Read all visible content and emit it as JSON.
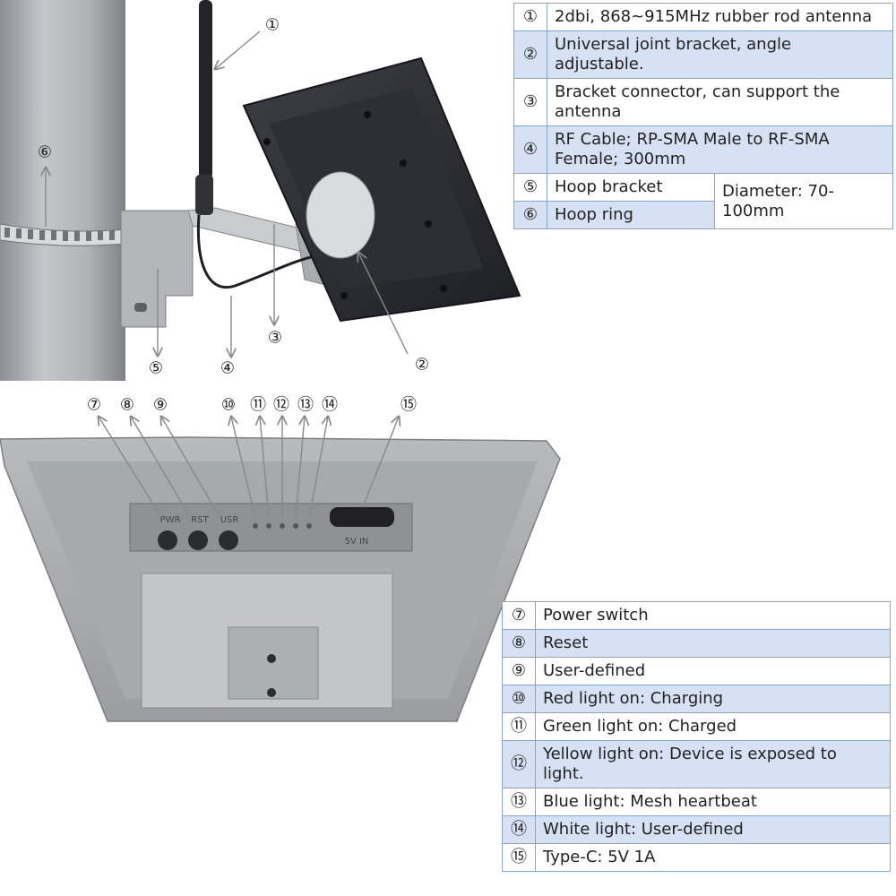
{
  "legend_top": [
    {
      "num": "①",
      "text": "2dbi, 868~915MHz rubber rod antenna"
    },
    {
      "num": "②",
      "text": "Universal joint bracket, angle adjustable."
    },
    {
      "num": "③",
      "text": "Bracket connector, can support the antenna"
    },
    {
      "num": "④",
      "text": "RF Cable; RP-SMA Male to RF-SMA Female; 300mm"
    },
    {
      "num": "⑤",
      "text": "Hoop bracket"
    },
    {
      "num": "⑥",
      "text": "Hoop ring"
    }
  ],
  "hoop_note": "Diameter: 70-100mm",
  "legend_bottom": [
    {
      "num": "⑦",
      "text": "Power switch"
    },
    {
      "num": "⑧",
      "text": "Reset"
    },
    {
      "num": "⑨",
      "text": "User-defined"
    },
    {
      "num": "⑩",
      "text": "Red light on: Charging"
    },
    {
      "num": "⑪",
      "text": "Green light on: Charged"
    },
    {
      "num": "⑫",
      "text": "Yellow light on: Device is exposed to light."
    },
    {
      "num": "⑬",
      "text": "Blue light: Mesh heartbeat"
    },
    {
      "num": "⑭",
      "text": "White light: User-defined"
    },
    {
      "num": "⑮",
      "text": "Type-C: 5V 1A"
    }
  ],
  "callouts_top": [
    "①",
    "②",
    "③",
    "④",
    "⑤",
    "⑥"
  ],
  "callouts_bottom": [
    "⑦",
    "⑧",
    "⑨",
    "⑩",
    "⑪",
    "⑫",
    "⑬",
    "⑭",
    "⑮"
  ],
  "panel_labels": {
    "pwr": "PWR",
    "rst": "RST",
    "usr": "USR",
    "power_in": "5V IN"
  }
}
